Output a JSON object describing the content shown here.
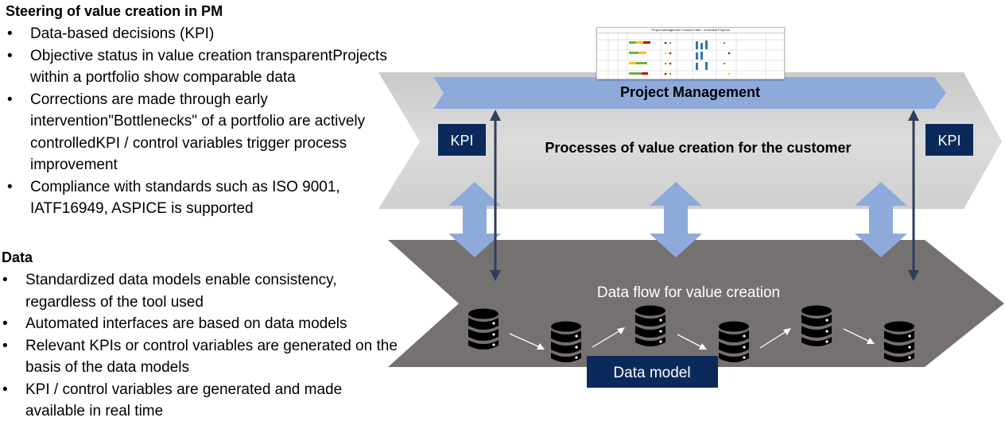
{
  "left": {
    "section1": {
      "title": "Steering of value creation in PM",
      "items": [
        "Data-based decisions (KPI)",
        "Objective status in value creation transparentProjects within a portfolio show comparable data",
        "Corrections are made through early intervention\"Bottlenecks\" of a portfolio are actively controlledKPI / control variables trigger process improvement",
        "Compliance with standards such as ISO 9001, IATF16949, ASPICE is supported"
      ]
    },
    "section2": {
      "title": "Data",
      "items": [
        "Standardized data models enable consistency, regardless of the tool used",
        "Automated interfaces are based on data models",
        "Relevant KPIs or control variables are generated on the basis of the data models",
        "KPI / control variables are generated and made available in real time"
      ]
    }
  },
  "diagram": {
    "cockpit_title": "Project Management Cockpit Chart - Individual Projects",
    "project_management_label": "Project Management",
    "processes_label": "Processes of value creation for the customer",
    "kpi_left": "KPI",
    "kpi_right": "KPI",
    "data_flow_label": "Data flow for value creation",
    "data_model_label": "Data model",
    "colors": {
      "upper_chevron": "#d9d9d9",
      "lower_chevron": "#757070",
      "blue_bar": "#8eaadb",
      "navy": "#0b2a5b",
      "arrow_dark": "#2f3e5c",
      "light_blue_arrow": "#8eaadb"
    }
  }
}
